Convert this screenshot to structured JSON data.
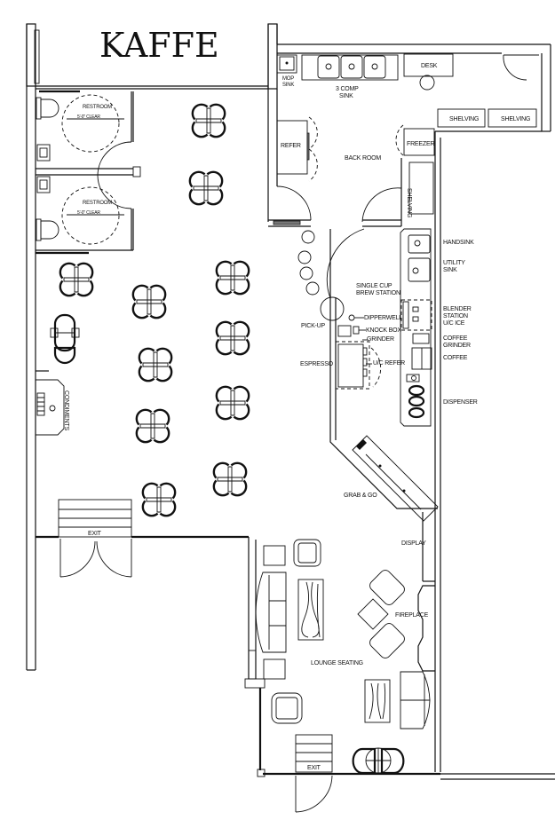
{
  "title": "KAFFE",
  "rooms": {
    "restroom_1": {
      "label": "RESTROOM",
      "clearance": "5'-0\" CLEAR"
    },
    "restroom_2": {
      "label": "RESTROOM",
      "clearance": "5'-0\" CLEAR"
    },
    "back_room": "BACK ROOM",
    "lounge": "LOUNGE SEATING",
    "grab_and_go": "GRAB & GO"
  },
  "back_of_house": {
    "mop_sink": [
      "MOP",
      "SINK"
    ],
    "three_comp_sink": [
      "3 COMP",
      "SINK"
    ],
    "desk": "DESK",
    "shelving_1": "SHELVING",
    "shelving_2": "SHELVING",
    "shelving_3": "SHELVING",
    "refer": "REFER",
    "freezer": "FREEZER"
  },
  "bar": {
    "single_cup": [
      "SINGLE CUP",
      "BREW STATION"
    ],
    "pick_up": "PICK-UP",
    "dipperwell": "DIPPERWELL",
    "knock_box": "KNOCK BOX",
    "grinder": "GRINDER",
    "espresso": "ESPRESSO",
    "uc_refer": "U/C REFER",
    "handsink": "HANDSINK",
    "utility_sink": [
      "UTILITY",
      "SINK"
    ],
    "blender_station": [
      "BLENDER",
      "STATION",
      "U/C ICE"
    ],
    "coffee_grinder": [
      "COFFEE",
      "GRINDER"
    ],
    "coffee": "COFFEE",
    "dispenser": "DISPENSER"
  },
  "front": {
    "condiments": "CONDIMENTS",
    "exit_1": "EXIT",
    "exit_2": "EXIT",
    "display": "DISPLAY",
    "fireplace": "FIREPLACE"
  }
}
